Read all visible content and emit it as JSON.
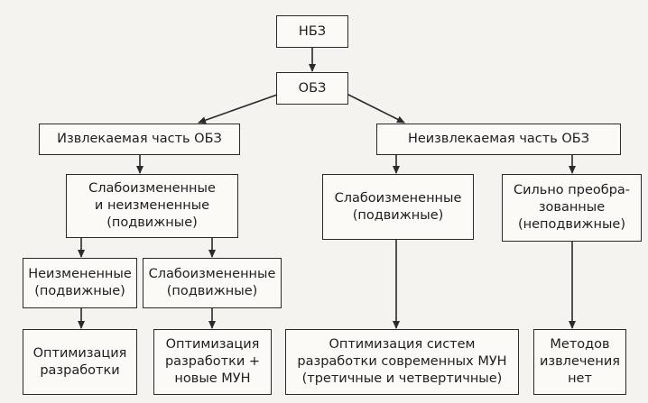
{
  "nodes": {
    "nbz": "НБЗ",
    "obz": "ОБЗ",
    "extractable": "Извлекаемая часть ОБЗ",
    "non_extractable": "Неизвлекаемая часть ОБЗ",
    "weak_unchanged_mobile": "Слабоизмененные\nи неизмененные\n(подвижные)",
    "weak_mobile_right": "Слабоизмененные\n(подвижные)",
    "strongly_transformed": "Сильно преобра-\nзованные\n(неподвижные)",
    "unchanged_mobile": "Неизмененные\n(подвижные)",
    "weak_mobile_left": "Слабоизмененные\n(подвижные)",
    "optimization_development": "Оптимизация\nразработки",
    "optimization_new_mun": "Оптимизация\nразработки +\nновые МУН",
    "optimization_systems": "Оптимизация систем\nразработки современных МУН\n(третичные и четвертичные)",
    "no_methods": "Методов\nизвлечения\nнет"
  }
}
